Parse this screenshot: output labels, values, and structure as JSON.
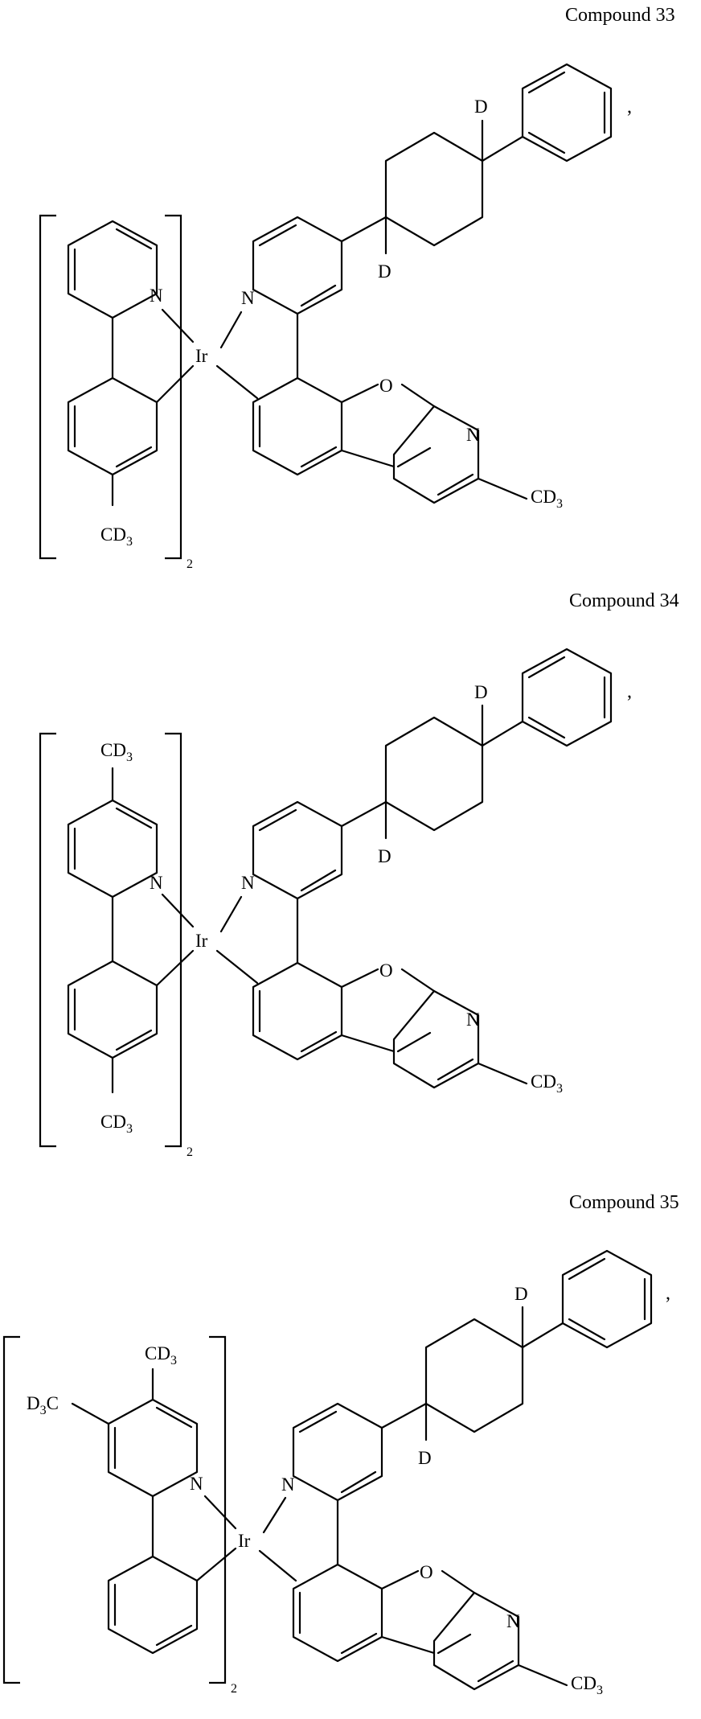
{
  "compounds": [
    {
      "name": "Compound 33",
      "metal": "Ir",
      "count": "2",
      "nitrogen": "N",
      "oxygen": "O",
      "deuterium": "D",
      "methyl_d3_left": "CD",
      "methyl_d3_right": "CD",
      "methyl_sub": "3",
      "separator": ","
    },
    {
      "name": "Compound 34",
      "metal": "Ir",
      "count": "2",
      "nitrogen": "N",
      "oxygen": "O",
      "deuterium": "D",
      "methyl_d3_left": "CD",
      "methyl_d3_right": "CD",
      "methyl_d3_top": "CD",
      "methyl_sub": "3",
      "separator": ","
    },
    {
      "name": "Compound 35",
      "metal": "Ir",
      "count": "2",
      "nitrogen": "N",
      "oxygen": "O",
      "deuterium": "D",
      "methyl_d3_right": "CD",
      "methyl_d3_top": "CD",
      "methyl_d3_side": "D",
      "methyl_d3_side_tail": "C",
      "methyl_sub": "3",
      "separator": ","
    }
  ]
}
